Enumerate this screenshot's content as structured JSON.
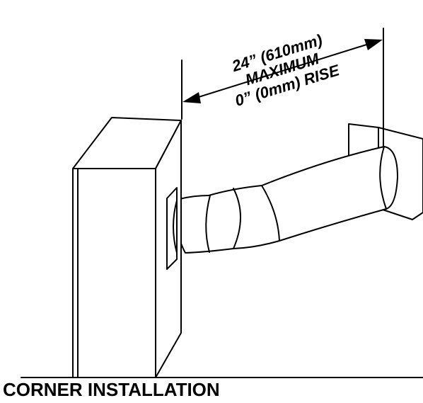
{
  "dimension": {
    "line1": "24” (610mm)",
    "line2": "MAXIMUM",
    "line3": "0” (0mm) RISE"
  },
  "caption": "CORNER INSTALLATION",
  "colors": {
    "ink": "#000000",
    "paper": "#ffffff"
  }
}
